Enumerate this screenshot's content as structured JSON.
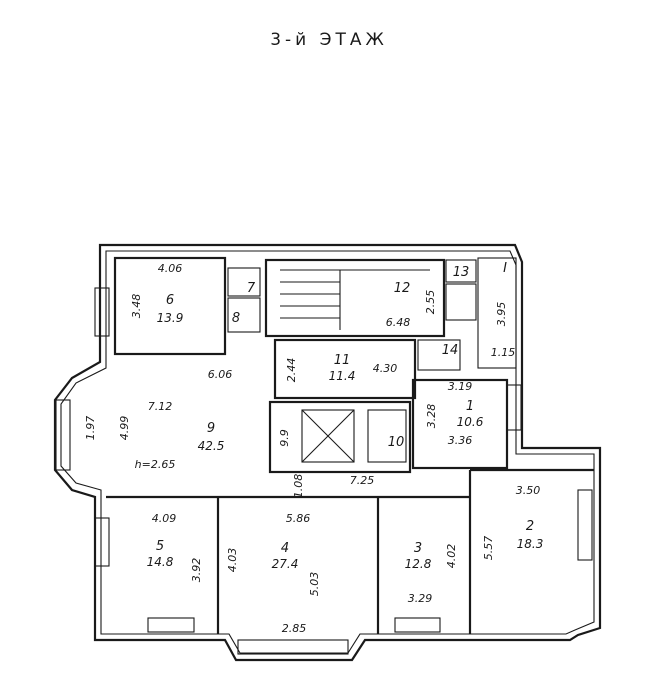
{
  "title": "3-й ЭТАЖ",
  "rooms": [
    {
      "n": "6",
      "area": "13.9"
    },
    {
      "n": "7",
      "area": ""
    },
    {
      "n": "8",
      "area": ""
    },
    {
      "n": "12",
      "area": ""
    },
    {
      "n": "13",
      "area": ""
    },
    {
      "n": "I",
      "area": ""
    },
    {
      "n": "11",
      "area": "11.4"
    },
    {
      "n": "14",
      "area": ""
    },
    {
      "n": "1",
      "area": "10.6"
    },
    {
      "n": "9",
      "area": "42.5"
    },
    {
      "n": "10",
      "area": ""
    },
    {
      "n": "2",
      "area": "18.3"
    },
    {
      "n": "5",
      "area": "14.8"
    },
    {
      "n": "4",
      "area": "27.4"
    },
    {
      "n": "3",
      "area": "12.8"
    }
  ],
  "dims": [
    "4.06",
    "3.48",
    "6.48",
    "2.55",
    "3.95",
    "1.15",
    "2.44",
    "4.30",
    "6.06",
    "3.19",
    "3.28",
    "3.36",
    "7.12",
    "4.99",
    "1.97",
    "h=2.65",
    "9.9",
    "1.08",
    "7.25",
    "3.50",
    "5.57",
    "4.09",
    "5.86",
    "3.92",
    "4.03",
    "5.03",
    "4.02",
    "3.29",
    "2.85"
  ]
}
